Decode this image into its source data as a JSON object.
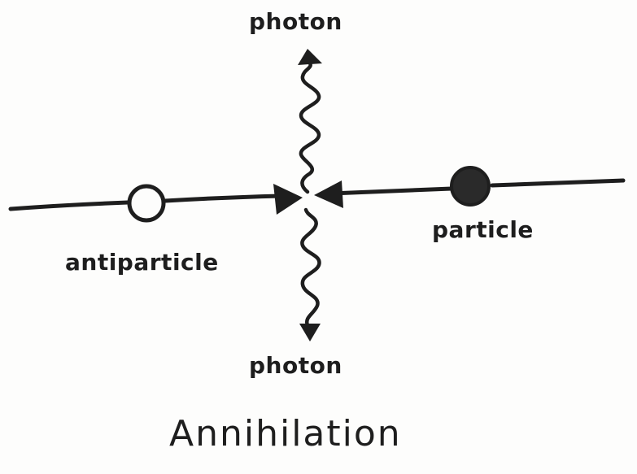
{
  "diagram": {
    "title": "Annihilation",
    "labels": {
      "photon_top": "photon",
      "photon_bottom": "photon",
      "antiparticle": "antiparticle",
      "particle": "particle"
    },
    "elements": {
      "antiparticle_marker": "open-circle",
      "particle_marker": "filled-circle",
      "incoming_arrows": 2,
      "outgoing_photons": 2
    },
    "colors": {
      "ink": "#1e1e1e",
      "paper": "#fdfdfc"
    }
  }
}
